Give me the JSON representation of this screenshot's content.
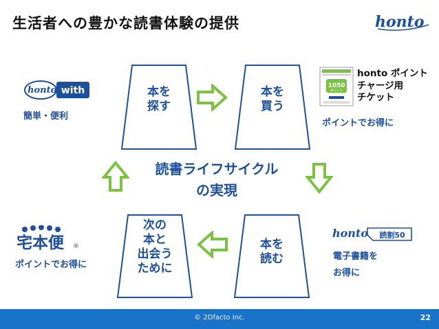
{
  "title": "生活者への豊かな読書体験の提供",
  "brand": {
    "logo_text": "honto",
    "accent": "#1c4f9c",
    "arrow_color": "#7cc242",
    "footer_color": "#1973c8"
  },
  "cycle": {
    "center_label": "読書ライフサイクル\nの実現",
    "steps": [
      {
        "label": "本を\n探す"
      },
      {
        "label": "本を\n買う"
      },
      {
        "label": "本を\n読む"
      },
      {
        "label": "次の\n本と\n出会う\nために"
      }
    ]
  },
  "promos": {
    "with": {
      "logo_text": "honto",
      "badge_text": "with",
      "caption": "簡単・便利"
    },
    "point_ticket": {
      "title": "honto ポイント\nチャージ用\nチケット",
      "card_value": "1050",
      "card_unit": "ポイント",
      "caption": "ポイントでお得に"
    },
    "takkyubin": {
      "logo_text": "宅本便",
      "registered_mark": "®",
      "caption": "ポイントでお得に"
    },
    "dokuwari": {
      "logo_text": "honto",
      "badge_text": "読割50",
      "caption": "電子書籍を\nお得に"
    }
  },
  "footer": {
    "copyright": "© 2Dfacto Inc.",
    "page_number": "22"
  }
}
